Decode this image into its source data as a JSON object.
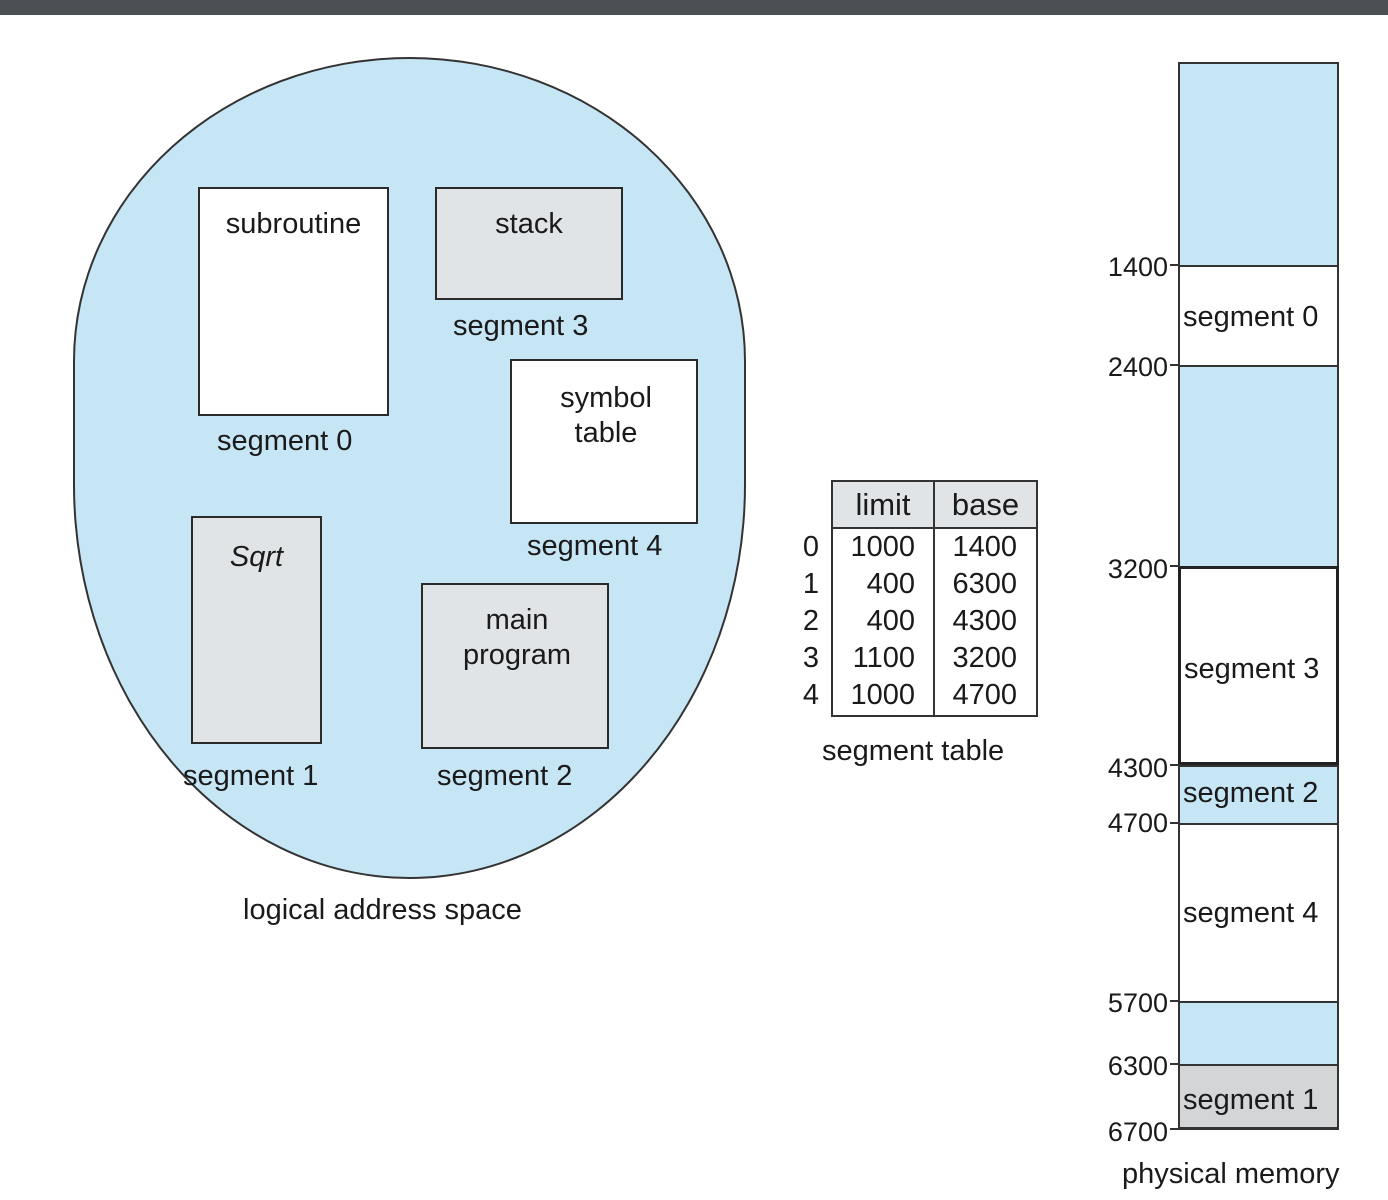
{
  "colors": {
    "free": "#c6e5f5",
    "allocated_white": "#ffffff",
    "allocated_gray": "#e1e4e6",
    "segment1_gray": "#d3d5d7",
    "border": "#333333",
    "topbar": "#4b4f54"
  },
  "logical": {
    "caption": "logical address space",
    "segments": [
      {
        "name": "subroutine",
        "label": "segment 0",
        "fill": "white"
      },
      {
        "name": "stack",
        "label": "segment 3",
        "fill": "gray"
      },
      {
        "name": "symbol table",
        "label": "segment 4",
        "fill": "white"
      },
      {
        "name": "Sqrt",
        "label": "segment 1",
        "fill": "gray"
      },
      {
        "name": "main program",
        "label": "segment 2",
        "fill": "gray"
      }
    ]
  },
  "segment_table": {
    "caption": "segment table",
    "headers": [
      "limit",
      "base"
    ],
    "rows": [
      {
        "index": "0",
        "limit": "1000",
        "base": "1400"
      },
      {
        "index": "1",
        "limit": "400",
        "base": "6300"
      },
      {
        "index": "2",
        "limit": "400",
        "base": "4300"
      },
      {
        "index": "3",
        "limit": "1100",
        "base": "3200"
      },
      {
        "index": "4",
        "limit": "1000",
        "base": "4700"
      }
    ]
  },
  "physical": {
    "caption": "physical memory",
    "addresses": [
      "1400",
      "2400",
      "3200",
      "4300",
      "4700",
      "5700",
      "6300",
      "6700"
    ],
    "regions": [
      {
        "label": "",
        "kind": "free"
      },
      {
        "label": "segment 0",
        "kind": "white"
      },
      {
        "label": "",
        "kind": "free"
      },
      {
        "label": "segment 3",
        "kind": "white"
      },
      {
        "label": "segment 2",
        "kind": "free"
      },
      {
        "label": "segment 4",
        "kind": "white"
      },
      {
        "label": "",
        "kind": "free"
      },
      {
        "label": "segment 1",
        "kind": "gray"
      }
    ]
  }
}
